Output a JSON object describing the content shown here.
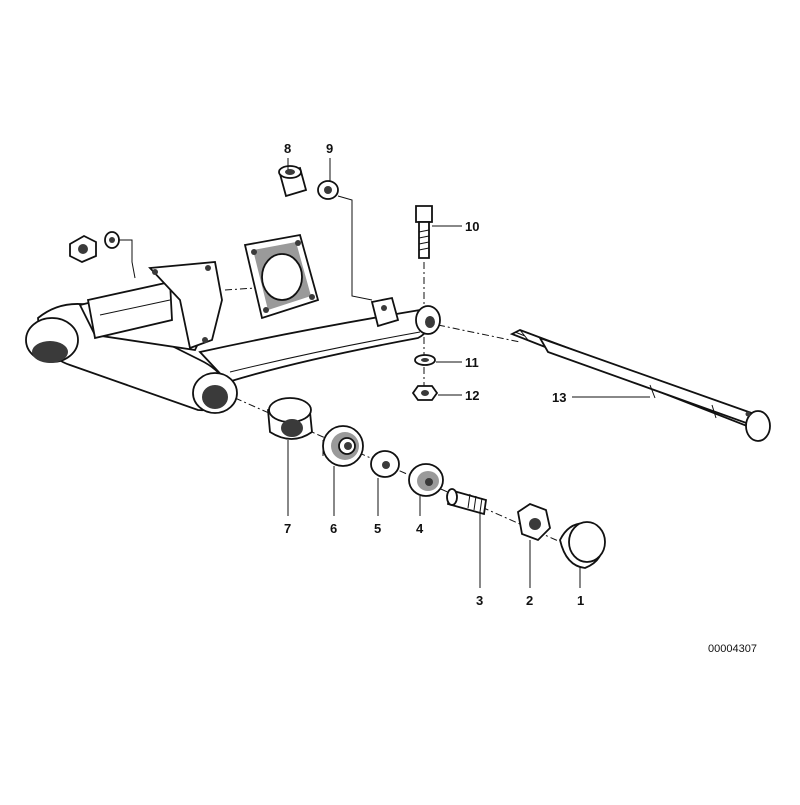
{
  "diagram": {
    "callouts": [
      "1",
      "2",
      "3",
      "4",
      "5",
      "6",
      "7",
      "8",
      "9",
      "10",
      "11",
      "12",
      "13"
    ],
    "reference_number": "00004307"
  }
}
